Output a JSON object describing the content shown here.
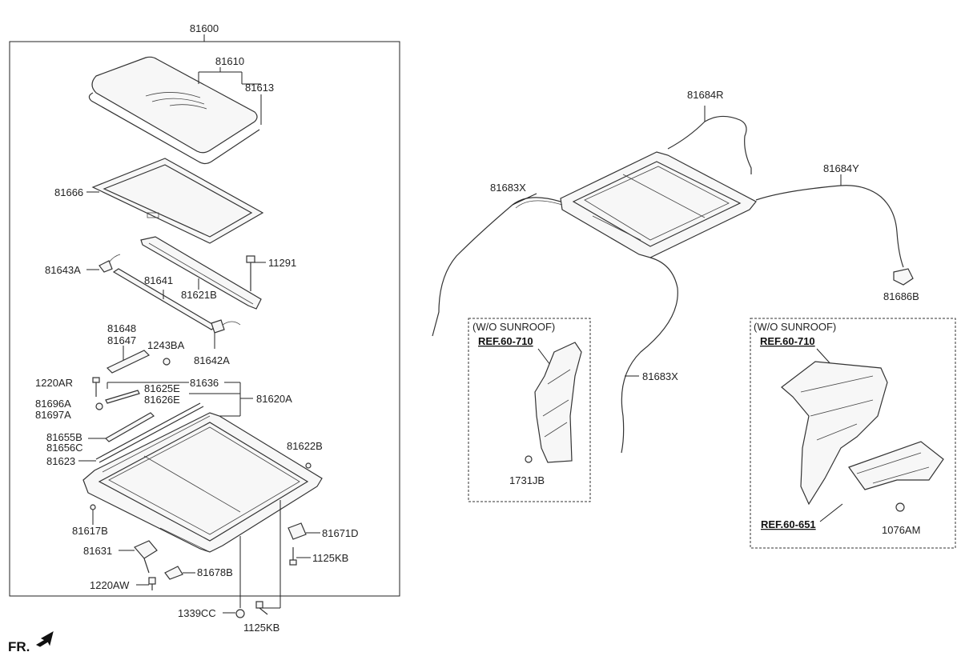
{
  "labels": {
    "p81600": "81600",
    "p81610": "81610",
    "p81613": "81613",
    "p81666": "81666",
    "p81643A": "81643A",
    "p81641": "81641",
    "p81621B": "81621B",
    "p11291": "11291",
    "p81642A": "81642A",
    "p81648": "81648",
    "p81647": "81647",
    "p1243BA": "1243BA",
    "p1220AR": "1220AR",
    "p81636": "81636",
    "p81625E": "81625E",
    "p81626E": "81626E",
    "p81620A": "81620A",
    "p81696A": "81696A",
    "p81697A": "81697A",
    "p81655B": "81655B",
    "p81656C": "81656C",
    "p81623": "81623",
    "p81622B": "81622B",
    "p81617B": "81617B",
    "p81671D": "81671D",
    "p81631": "81631",
    "p1125KB_a": "1125KB",
    "p81678B": "81678B",
    "p1220AW": "1220AW",
    "p1339CC": "1339CC",
    "p1125KB_b": "1125KB",
    "p81684R": "81684R",
    "p81683X_a": "81683X",
    "p81684Y": "81684Y",
    "p81683X_b": "81683X",
    "p81686B": "81686B",
    "p1731JB": "1731JB",
    "p1076AM": "1076AM"
  },
  "boxes": {
    "left_title": "(W/O SUNROOF)",
    "right_title": "(W/O SUNROOF)"
  },
  "refs": {
    "left_ref": "REF.60-710",
    "right_ref_top": "REF.60-710",
    "right_ref_bottom": "REF.60-651"
  },
  "direction": "FR."
}
